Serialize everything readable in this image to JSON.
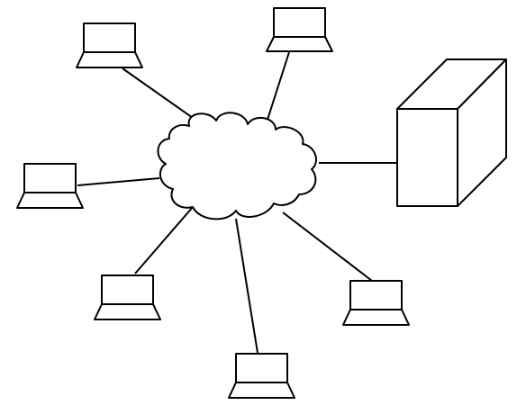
{
  "diagram": {
    "type": "network-topology",
    "colors": {
      "stroke": "#000000",
      "fill": "#ffffff",
      "background": "#ffffff"
    },
    "hub": {
      "icon": "cloud-icon"
    },
    "nodes": [
      {
        "id": "laptop-top-left",
        "icon": "laptop-icon"
      },
      {
        "id": "laptop-top-center",
        "icon": "laptop-icon"
      },
      {
        "id": "laptop-left",
        "icon": "laptop-icon"
      },
      {
        "id": "laptop-bottom-left",
        "icon": "laptop-icon"
      },
      {
        "id": "laptop-bottom-center",
        "icon": "laptop-icon"
      },
      {
        "id": "laptop-bottom-right",
        "icon": "laptop-icon"
      },
      {
        "id": "server",
        "icon": "server-icon"
      }
    ],
    "links": [
      {
        "from": "cloud",
        "to": "laptop-top-left"
      },
      {
        "from": "cloud",
        "to": "laptop-top-center"
      },
      {
        "from": "cloud",
        "to": "laptop-left"
      },
      {
        "from": "cloud",
        "to": "laptop-bottom-left"
      },
      {
        "from": "cloud",
        "to": "laptop-bottom-center"
      },
      {
        "from": "cloud",
        "to": "laptop-bottom-right"
      },
      {
        "from": "cloud",
        "to": "server"
      }
    ]
  }
}
